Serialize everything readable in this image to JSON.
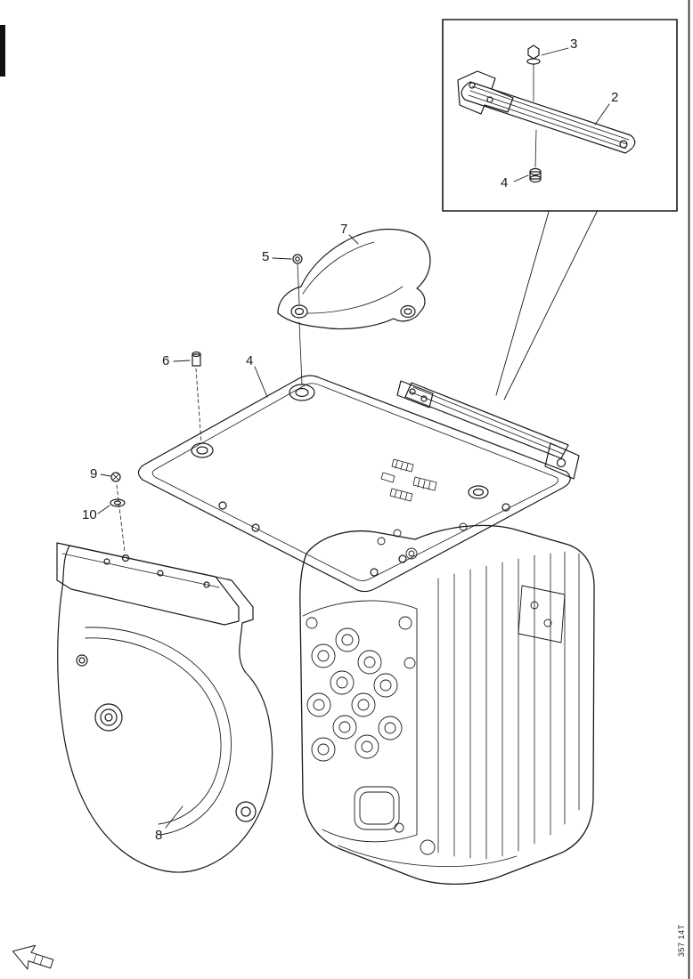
{
  "drawing": {
    "footer_code": "357 14T",
    "colors": {
      "ink": "#1a1a1a",
      "paper": "#ffffff"
    },
    "inset_callouts": {
      "c2": "2",
      "c3": "3",
      "c4": "4"
    },
    "callouts": {
      "c4": "4",
      "c5": "5",
      "c6": "6",
      "c7": "7",
      "c8": "8",
      "c9": "9",
      "c10": "10"
    }
  }
}
